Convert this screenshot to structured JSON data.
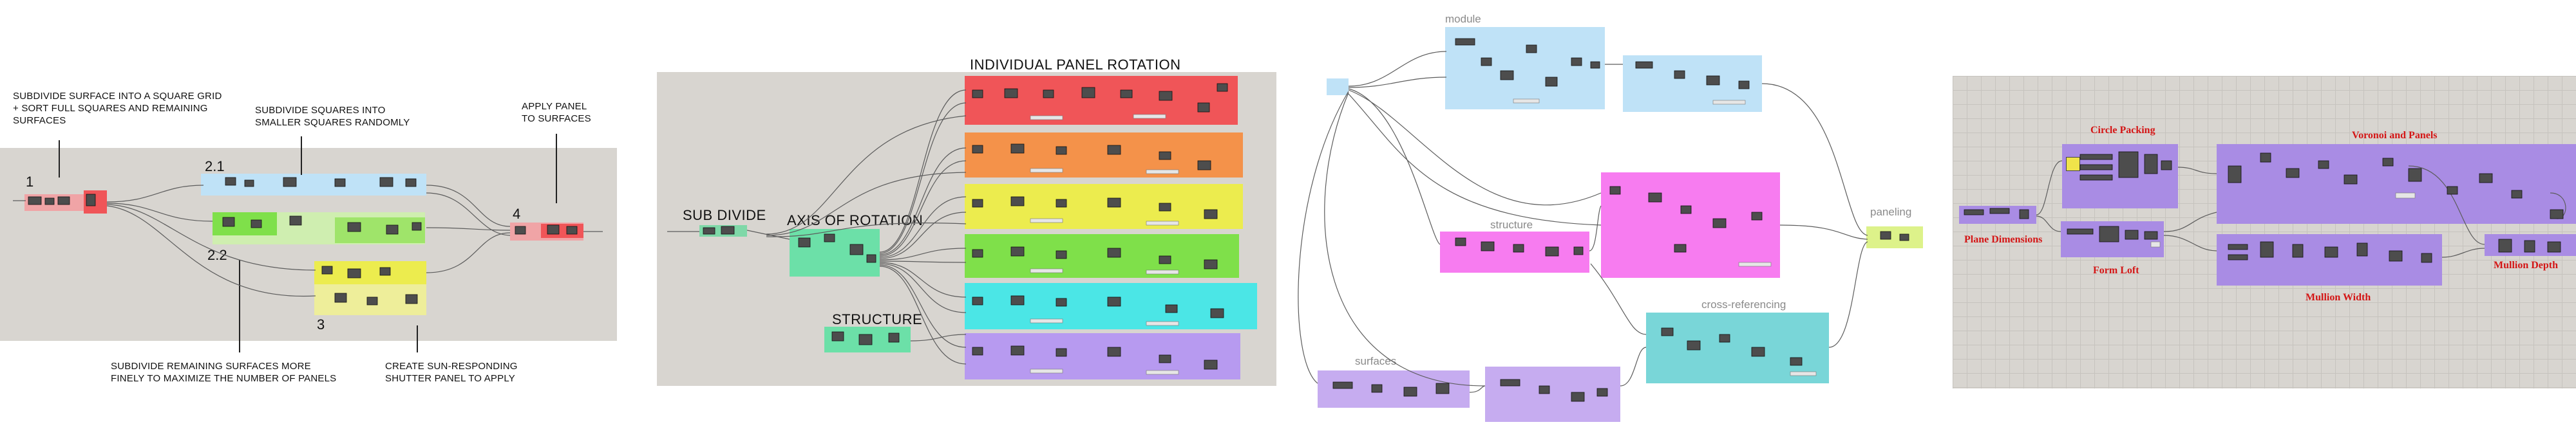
{
  "panel1": {
    "step1": "1",
    "step21": "2.1",
    "step22": "2.2",
    "step3": "3",
    "step4": "4",
    "ann_top1": "SUBDIVIDE SURFACE INTO A SQUARE GRID + SORT FULL SQUARES AND REMAINING SURFACES",
    "ann_top2": "SUBDIVIDE SQUARES INTO SMALLER SQUARES RANDOMLY",
    "ann_top3": "APPLY PANEL TO SURFACES",
    "ann_bot1": "SUBDIVIDE REMAINING SURFACES MORE FINELY TO MAXIMIZE THE NUMBER OF PANELS",
    "ann_bot2": "CREATE SUN-RESPONDING SHUTTER PANEL TO APPLY"
  },
  "panel2": {
    "title": "INDIVIDUAL PANEL ROTATION",
    "subdivide": "SUB DIVIDE",
    "axis": "AXIS OF ROTATION",
    "structure": "STRUCTURE"
  },
  "panel3": {
    "module": "module",
    "structure": "structure",
    "paneling": "paneling",
    "cross": "cross-referencing",
    "surfaces": "surfaces"
  },
  "panel4": {
    "circle": "Circle Packing",
    "voronoi": "Voronoi and Panels",
    "plane": "Plane Dimensions",
    "form": "Form Loft",
    "mullion_w": "Mullion Width",
    "mullion_d": "Mullion Depth"
  },
  "colors": {
    "canvas_grey": "#d8d5d0",
    "red": "#f05558",
    "orange": "#f4924a",
    "yellow": "#ecec4e",
    "green": "#7fe04a",
    "cyan": "#4be6e6",
    "purple": "#b79af0",
    "blue_light": "#bfe2f7",
    "magenta": "#f77cf0",
    "teal": "#79d6d8",
    "lavender": "#c6acf0",
    "gh_purple": "#a98ce4",
    "lime": "#ddf28a"
  }
}
